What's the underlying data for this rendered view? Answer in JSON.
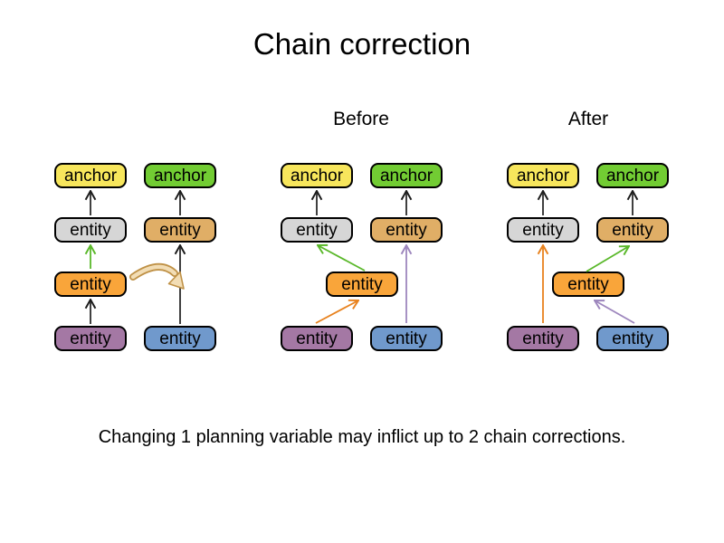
{
  "title": "Chain correction",
  "caption": "Changing 1 planning variable may inflict up to 2 chain corrections.",
  "box_labels": {
    "anchor": "anchor",
    "entity": "entity"
  },
  "palette": {
    "anchor_yellow": "#f7e65c",
    "anchor_green": "#72cc33",
    "entity_gray": "#d6d6d6",
    "entity_tan": "#e0ae66",
    "entity_orange": "#f9a53a",
    "entity_purple": "#a478a4",
    "entity_blue": "#7099cc",
    "box_border": "#000000"
  },
  "arrow_colors": {
    "dark": "#404040",
    "green": "#5ab82a",
    "orange": "#e8821e",
    "violet": "#9d86bd",
    "move_fill": "#f2ddb5",
    "move_outline": "#bf9146"
  },
  "diagrams": [
    {
      "name": "current",
      "label": "",
      "boxes": [
        {
          "text": "anchor"
        },
        {
          "text": "anchor"
        },
        {
          "text": "entity"
        },
        {
          "text": "entity"
        },
        {
          "text": "entity"
        },
        {
          "text": "entity"
        },
        {
          "text": "entity"
        }
      ],
      "arrows": [
        {
          "from": "entity-purple",
          "to": "entity-orange",
          "color": "dark"
        },
        {
          "from": "entity-orange",
          "to": "entity-gray",
          "color": "green"
        },
        {
          "from": "entity-gray",
          "to": "anchor-yellow",
          "color": "dark"
        },
        {
          "from": "entity-blue",
          "to": "entity-tan",
          "color": "dark"
        },
        {
          "from": "entity-tan",
          "to": "anchor-green",
          "color": "dark"
        },
        {
          "type": "move",
          "from": "entity-orange",
          "to": "second-chain",
          "color": "move_fill"
        }
      ]
    },
    {
      "name": "before",
      "label": "Before",
      "boxes": [
        {
          "text": "anchor"
        },
        {
          "text": "anchor"
        },
        {
          "text": "entity"
        },
        {
          "text": "entity"
        },
        {
          "text": "entity"
        },
        {
          "text": "entity"
        },
        {
          "text": "entity"
        }
      ],
      "arrows": [
        {
          "from": "entity-gray",
          "to": "anchor-yellow",
          "color": "dark"
        },
        {
          "from": "entity-tan",
          "to": "anchor-green",
          "color": "dark"
        },
        {
          "from": "entity-orange",
          "to": "entity-gray",
          "color": "green"
        },
        {
          "from": "entity-purple",
          "to": "entity-orange",
          "color": "orange"
        },
        {
          "from": "entity-blue",
          "to": "entity-tan",
          "color": "violet"
        }
      ]
    },
    {
      "name": "after",
      "label": "After",
      "boxes": [
        {
          "text": "anchor"
        },
        {
          "text": "anchor"
        },
        {
          "text": "entity"
        },
        {
          "text": "entity"
        },
        {
          "text": "entity"
        },
        {
          "text": "entity"
        },
        {
          "text": "entity"
        }
      ],
      "arrows": [
        {
          "from": "entity-gray",
          "to": "anchor-yellow",
          "color": "dark"
        },
        {
          "from": "entity-tan",
          "to": "anchor-green",
          "color": "dark"
        },
        {
          "from": "entity-purple",
          "to": "entity-gray",
          "color": "orange"
        },
        {
          "from": "entity-orange",
          "to": "entity-tan",
          "color": "green"
        },
        {
          "from": "entity-blue",
          "to": "entity-orange",
          "color": "violet"
        }
      ]
    }
  ]
}
